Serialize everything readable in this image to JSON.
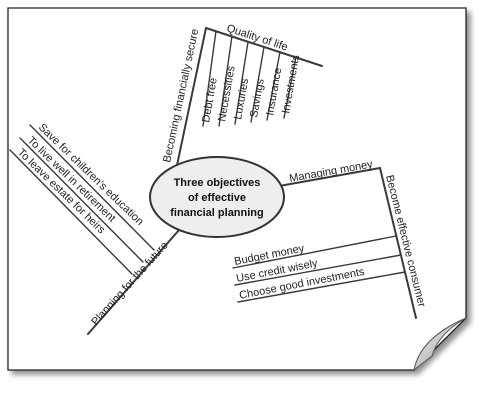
{
  "center": {
    "lines": [
      "Three objectives",
      "of effective",
      "financial planning"
    ]
  },
  "branches": {
    "secure": {
      "label": "Becoming financially secure",
      "sub_label": "Quality of life",
      "items": [
        "Debt free",
        "Necessities",
        "Luxuries",
        "Savings",
        "Insurance",
        "Investments"
      ]
    },
    "money": {
      "label": "Managing money",
      "sub_label": "Become effective consumer",
      "items": [
        "Budget money",
        "Use credit wisely",
        "Choose good investments"
      ]
    },
    "future": {
      "label": "Planning for the future",
      "items": [
        "Save for children's education",
        "To live well in retirement",
        "To leave estate for heirs"
      ]
    }
  },
  "colors": {
    "ellipse_fill": "#eeeeee",
    "line": "#3a3a3a",
    "page_curl": "#bdbdbd"
  }
}
